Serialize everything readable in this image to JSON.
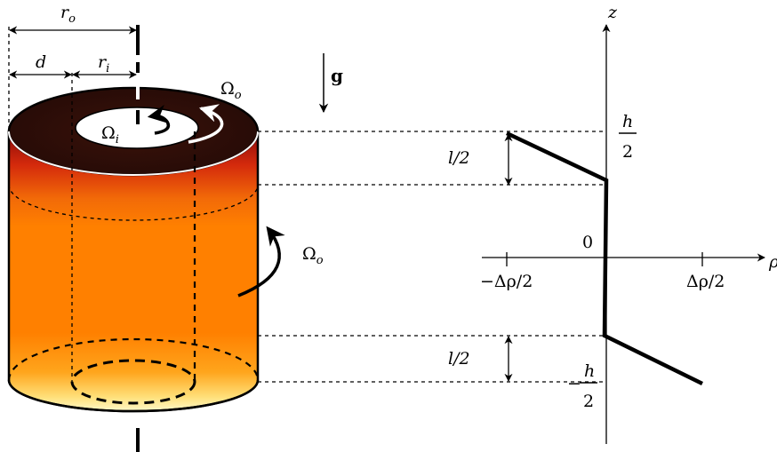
{
  "labels": {
    "r_o": "r",
    "r_o_sub": "o",
    "d": "d",
    "r_i": "r",
    "r_i_sub": "i",
    "g": "g",
    "omega_o_top": "Ω",
    "omega_o_top_sub": "o",
    "omega_i": "Ω",
    "omega_i_sub": "i",
    "omega_o_side": "Ω",
    "omega_o_side_sub": "o",
    "z_axis": "z",
    "rho_axis": "ρ",
    "h_num_top": "h",
    "h_den_top": "2",
    "l_half_top": "l/2",
    "l_half_bottom": "l/2",
    "zero": "0",
    "neg_delta_rho": "−Δρ/2",
    "pos_delta_rho": "Δρ/2",
    "neg_sign": "−",
    "h_num_bottom": "h",
    "h_den_bottom": "2"
  },
  "colors": {
    "outline": "#000000",
    "top_dark": "#2b0c06",
    "body_orange": "#ff8000",
    "band_red": "#a8120a",
    "bottom_yellow": "#fff8c0"
  }
}
